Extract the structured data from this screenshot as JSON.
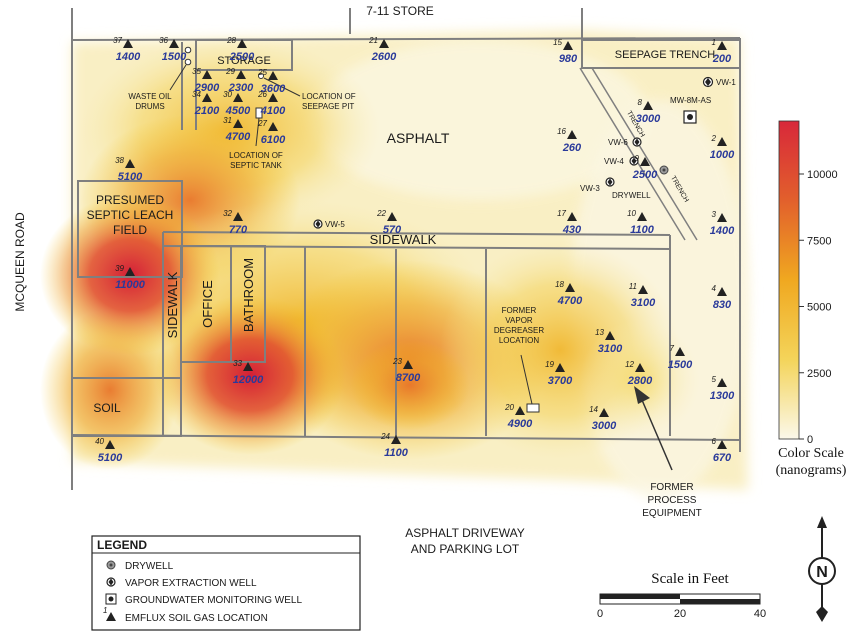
{
  "map": {
    "top_label": "7-11 STORE",
    "left_label": "MCQUEEN ROAD",
    "bottom_label_1": "ASPHALT DRIVEWAY",
    "bottom_label_2": "AND PARKING LOT",
    "asphalt_label": "ASPHALT",
    "sidewalk_label": "SIDEWALK",
    "sidewalk_vert_label": "SIDEWALK",
    "office_label": "OFFICE",
    "bathroom_label": "BATHROOM",
    "soil_label": "SOIL",
    "storage_label": "STORAGE",
    "seepage_trench_label": "SEEPAGE TRENCH",
    "trench_label": "TRENCH",
    "leach_label_1": "PRESUMED",
    "leach_label_2": "SEPTIC LEACH",
    "leach_label_3": "FIELD",
    "waste_oil_1": "WASTE OIL",
    "waste_oil_2": "DRUMS",
    "seepage_pit_1": "LOCATION OF",
    "seepage_pit_2": "SEEPAGE PIT",
    "septic_tank_1": "LOCATION OF",
    "septic_tank_2": "SEPTIC TANK",
    "degreaser_1": "FORMER",
    "degreaser_2": "VAPOR",
    "degreaser_3": "DEGREASER",
    "degreaser_4": "LOCATION",
    "process_1": "FORMER",
    "process_2": "PROCESS",
    "process_3": "EQUIPMENT",
    "north_label": "N",
    "drywell_label": "DRYWELL"
  },
  "wells": {
    "vw1": "VW-1",
    "vw3": "VW-3",
    "vw4": "VW-4",
    "vw5": "VW-5",
    "vw6": "VW-6",
    "mw": "MW-8M-AS"
  },
  "points": [
    {
      "id": "1",
      "value": "200"
    },
    {
      "id": "2",
      "value": "1000"
    },
    {
      "id": "3",
      "value": "1400"
    },
    {
      "id": "4",
      "value": "830"
    },
    {
      "id": "5",
      "value": "1300"
    },
    {
      "id": "6",
      "value": "670"
    },
    {
      "id": "7",
      "value": "1500"
    },
    {
      "id": "8",
      "value": "3000"
    },
    {
      "id": "9",
      "value": "2500"
    },
    {
      "id": "10",
      "value": "1100"
    },
    {
      "id": "11",
      "value": "3100"
    },
    {
      "id": "12",
      "value": "2800"
    },
    {
      "id": "13",
      "value": "3100"
    },
    {
      "id": "14",
      "value": "3000"
    },
    {
      "id": "15",
      "value": "980"
    },
    {
      "id": "16",
      "value": "260"
    },
    {
      "id": "17",
      "value": "430"
    },
    {
      "id": "18",
      "value": "4700"
    },
    {
      "id": "19",
      "value": "3700"
    },
    {
      "id": "20",
      "value": "4900"
    },
    {
      "id": "21",
      "value": "2600"
    },
    {
      "id": "22",
      "value": "570"
    },
    {
      "id": "23",
      "value": "8700"
    },
    {
      "id": "24",
      "value": "1100"
    },
    {
      "id": "25",
      "value": "3600"
    },
    {
      "id": "26",
      "value": "4100"
    },
    {
      "id": "27",
      "value": "6100"
    },
    {
      "id": "28",
      "value": "2500"
    },
    {
      "id": "29",
      "value": "2300"
    },
    {
      "id": "30",
      "value": "4500"
    },
    {
      "id": "31",
      "value": "4700"
    },
    {
      "id": "32",
      "value": "770"
    },
    {
      "id": "33",
      "value": "12000"
    },
    {
      "id": "34",
      "value": "2100"
    },
    {
      "id": "35",
      "value": "2900"
    },
    {
      "id": "36",
      "value": "1500"
    },
    {
      "id": "37",
      "value": "1400"
    },
    {
      "id": "38",
      "value": "5100"
    },
    {
      "id": "39",
      "value": "11000"
    },
    {
      "id": "40",
      "value": "5100"
    }
  ],
  "colorbar": {
    "title_1": "Color Scale",
    "title_2": "(nanograms)",
    "ticks": [
      "10000",
      "7500",
      "5000",
      "2500",
      "0"
    ],
    "colors": {
      "low": "#f8f4dc",
      "mid": "#f2c21a",
      "high": "#d8283a"
    }
  },
  "legend": {
    "title": "LEGEND",
    "items": [
      {
        "icon": "drywell-icon",
        "label": "DRYWELL"
      },
      {
        "icon": "vapor-extraction-well-icon",
        "label": "VAPOR EXTRACTION WELL"
      },
      {
        "icon": "groundwater-monitoring-well-icon",
        "label": "GROUNDWATER MONITORING WELL"
      },
      {
        "icon": "emflux-triangle-icon",
        "label": "EMFLUX SOIL GAS LOCATION"
      }
    ]
  },
  "scale": {
    "title": "Scale in Feet",
    "ticks": [
      "0",
      "20",
      "40"
    ]
  }
}
